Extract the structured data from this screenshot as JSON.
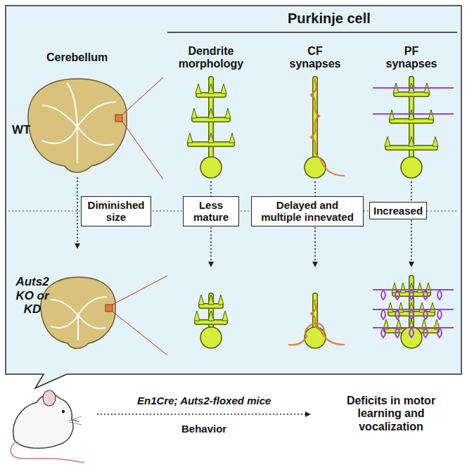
{
  "diagram": {
    "nodes": [
      {
        "text": [
          "Diminished size"
        ]
      },
      {
        "text": [
          "Less mature"
        ]
      },
      {
        "text": [
          "Delayed and multiple innevated"
        ]
      },
      {
        "text": [
          "Increased"
        ]
      }
    ],
    "labels": [
      "Purkinje cell",
      "Cerebellum",
      "Dendrite morphology",
      "CF synapses",
      "PF synapses",
      "WT",
      "Auts2 KO or KD",
      "En1Cre; Auts2-floxed mice",
      "Behavior",
      "Deficits in motor learning and vocalization"
    ]
  }
}
